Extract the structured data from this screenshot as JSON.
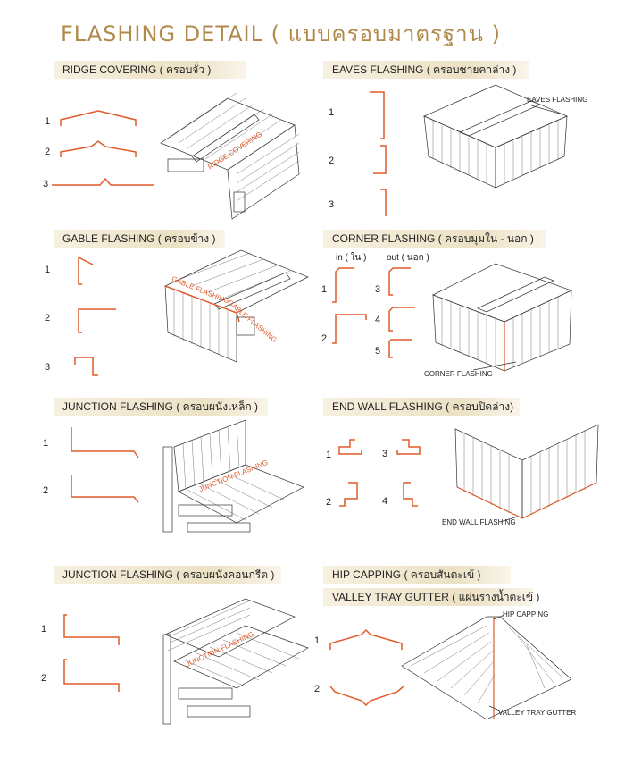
{
  "title": "FLASHING DETAIL ( แบบครอบมาตรฐาน )",
  "colors": {
    "flashing": "#e05a2a",
    "title": "#b08a4a",
    "header_bg": "#ece1c4"
  },
  "sections": {
    "ridge": {
      "header": "RIDGE  COVERING   ( ครอบจั่ว )",
      "nums": [
        "1",
        "2",
        "3"
      ],
      "label": "RIDGE COVERING"
    },
    "eaves": {
      "header": "EAVES  FLASHING  ( ครอบชายคาล่าง )",
      "nums": [
        "1",
        "2",
        "3"
      ],
      "label": "EAVES  FLASHING"
    },
    "gable": {
      "header": "GABLE FLASHING  ( ครอบข้าง )",
      "nums": [
        "1",
        "2",
        "3"
      ],
      "label": "GABLE FLASHING",
      "label2": "GABLE FLASHING"
    },
    "corner": {
      "header": "CORNER  FLASHING ( ครอบมุมใน - นอก )",
      "in_label": "in ( ใน )",
      "out_label": "out ( นอก )",
      "nums": [
        "1",
        "2",
        "3",
        "4",
        "5"
      ],
      "label": "CORNER  FLASHING"
    },
    "junction_steel": {
      "header": "JUNCTION FLASHING  ( ครอบผนังเหล็ก )",
      "nums": [
        "1",
        "2"
      ],
      "label": "JUNCTION FLASHING"
    },
    "end_wall": {
      "header": "END WALL FLASHING  ( ครอบปิดล่าง)",
      "nums": [
        "1",
        "2",
        "3",
        "4"
      ],
      "label": "END WALL FLASHING"
    },
    "junction_concrete": {
      "header": "JUNCTION FLASHING  ( ครอบผนังคอนกรีต )",
      "nums": [
        "1",
        "2"
      ],
      "label": "JUNCTION FLASHING"
    },
    "hip": {
      "header": "HIP  CAPPING    ( ครอบสันตะเข้ )",
      "header2": "VALLEY TRAY GUTTER  ( แผ่นรางน้ำตะเข้ )",
      "nums": [
        "1",
        "2"
      ],
      "label": "HIP  CAPPING",
      "label2": "VALLEY TRAY GUTTER"
    }
  }
}
